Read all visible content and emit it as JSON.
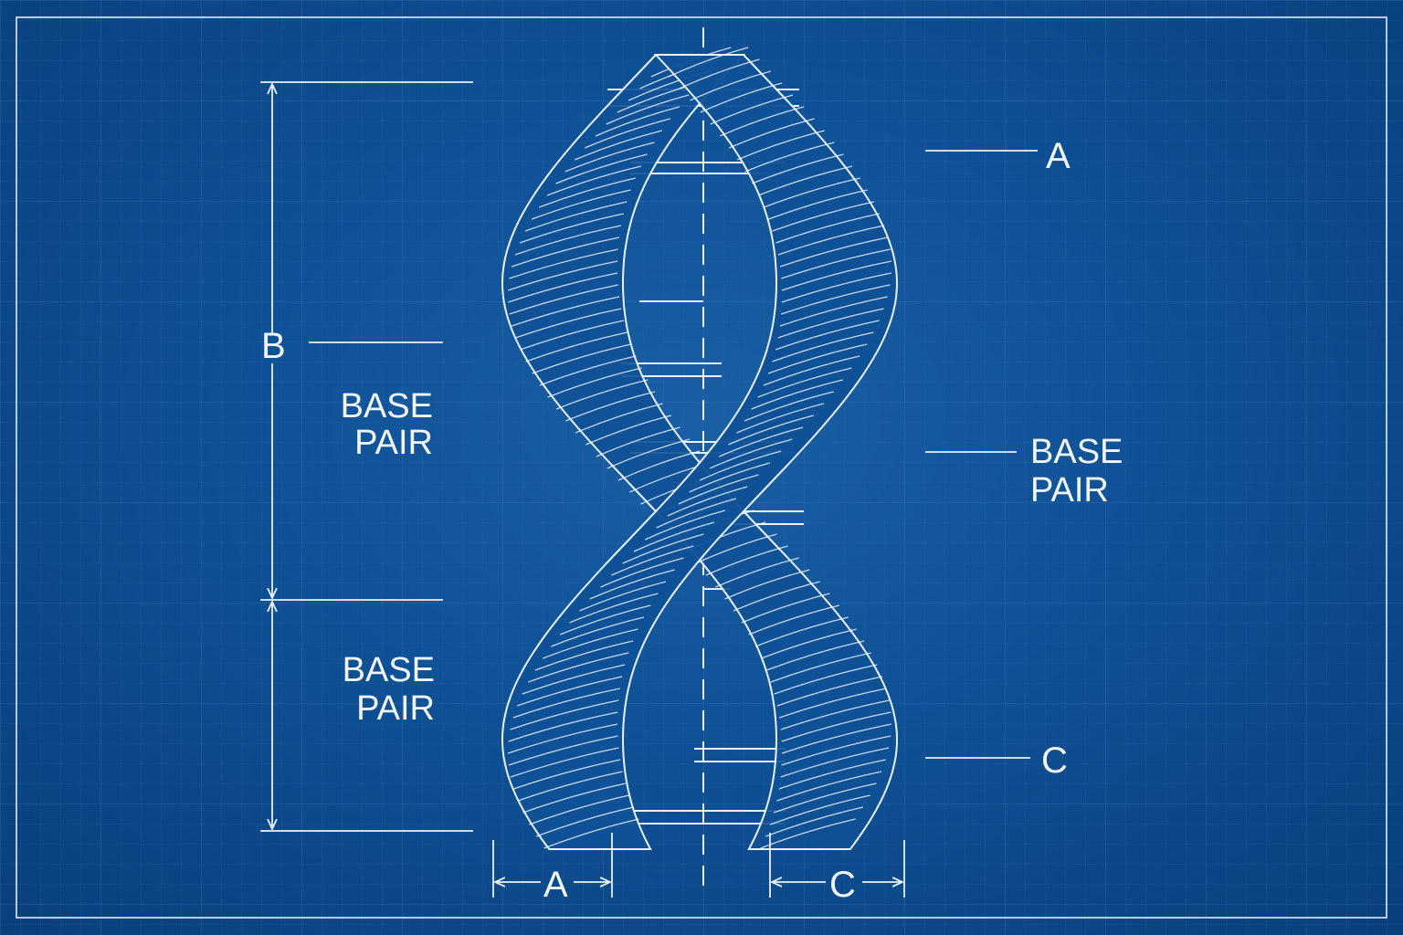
{
  "labels": {
    "right_top": "A",
    "left_mid": "B",
    "base_pair_left_1_line1": "BASE",
    "base_pair_left_1_line2": "PAIR",
    "base_pair_right_line1": "BASE",
    "base_pair_right_line2": "PAIR",
    "base_pair_left_2_line1": "BASE",
    "base_pair_left_2_line2": "PAIR",
    "right_bottom": "C",
    "bottom_left_dim": "A",
    "bottom_right_dim": "C"
  },
  "colors": {
    "background": "#0f5196",
    "line": "#eaf1fa",
    "grid": "#2a69ab"
  }
}
